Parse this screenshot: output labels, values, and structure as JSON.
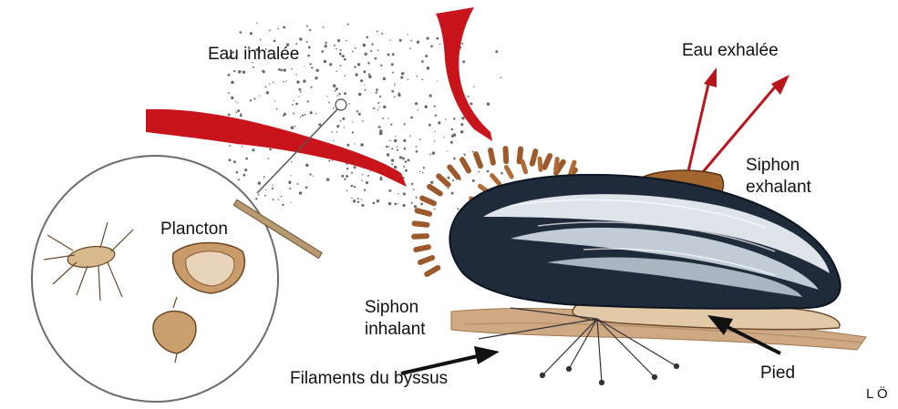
{
  "labels": {
    "eau_inhalee": "Eau inhalée",
    "eau_exhalee": "Eau exhalée",
    "plancton": "Plancton",
    "siphon_exhalant_l1": "Siphon",
    "siphon_exhalant_l2": "exhalant",
    "siphon_inhalant_l1": "Siphon",
    "siphon_inhalant_l2": "inhalant",
    "filaments": "Filaments du byssus",
    "pied": "Pied",
    "credit": "L Ö"
  },
  "colors": {
    "arrow_red": "#c8141a",
    "shell_dark": "#1e2a3a",
    "shell_light": "#c7cfd8",
    "ground": "#c9a27e",
    "fringe": "#9c5a2c"
  }
}
